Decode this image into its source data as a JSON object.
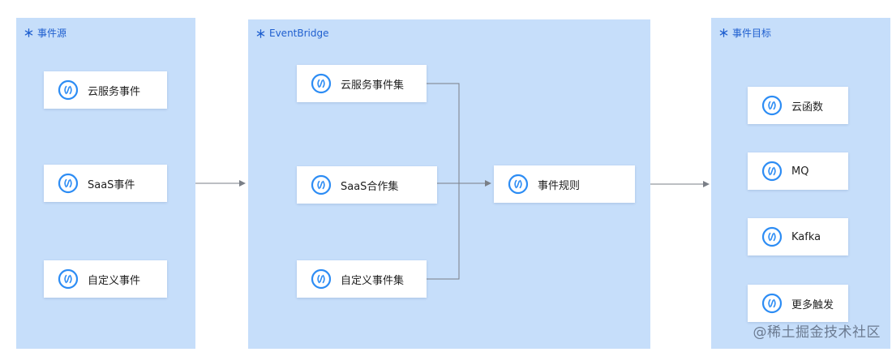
{
  "colors": {
    "panel_bg": "#c6defa",
    "title_text": "#1f5fcf",
    "icon_ring": "#2c8cf4",
    "connector": "#7a7f87",
    "node_text": "#222222"
  },
  "sources": {
    "title": "事件源",
    "icon": "snowflake-icon",
    "items": [
      {
        "label": "云服务事件",
        "icon": "event-ring-icon"
      },
      {
        "label": "SaaS事件",
        "icon": "event-ring-icon"
      },
      {
        "label": "自定义事件",
        "icon": "event-ring-icon"
      }
    ]
  },
  "bridge": {
    "title": "EventBridge",
    "icon": "snowflake-icon",
    "buses": [
      {
        "label": "云服务事件集",
        "icon": "event-ring-icon"
      },
      {
        "label": "SaaS合作集",
        "icon": "event-ring-icon"
      },
      {
        "label": "自定义事件集",
        "icon": "event-ring-icon"
      }
    ],
    "rule": {
      "label": "事件规则",
      "icon": "event-ring-icon"
    }
  },
  "targets": {
    "title": "事件目标",
    "icon": "snowflake-icon",
    "items": [
      {
        "label": "云函数",
        "icon": "event-ring-icon"
      },
      {
        "label": "MQ",
        "icon": "event-ring-icon"
      },
      {
        "label": "Kafka",
        "icon": "event-ring-icon"
      },
      {
        "label": "更多触发",
        "icon": "event-ring-icon"
      }
    ]
  },
  "watermark": "@稀土掘金技术社区"
}
